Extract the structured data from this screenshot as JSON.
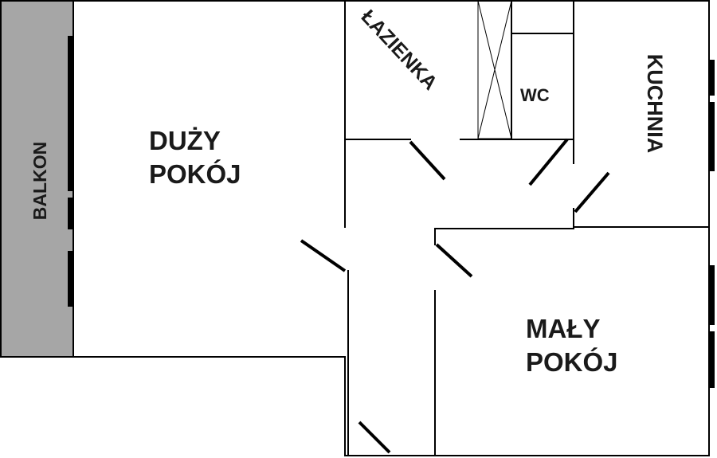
{
  "rooms": {
    "balkon": "BALKON",
    "duzy_line1": "DUŻY",
    "duzy_line2": "POKÓJ",
    "lazienka": "ŁAZIENKA",
    "wc": "WC",
    "kuchnia": "KUCHNIA",
    "maly_line1": "MAŁY",
    "maly_line2": "POKÓJ"
  },
  "colors": {
    "balcony_fill": "#a6a6a6",
    "walls": "#000000",
    "background": "#ffffff"
  }
}
